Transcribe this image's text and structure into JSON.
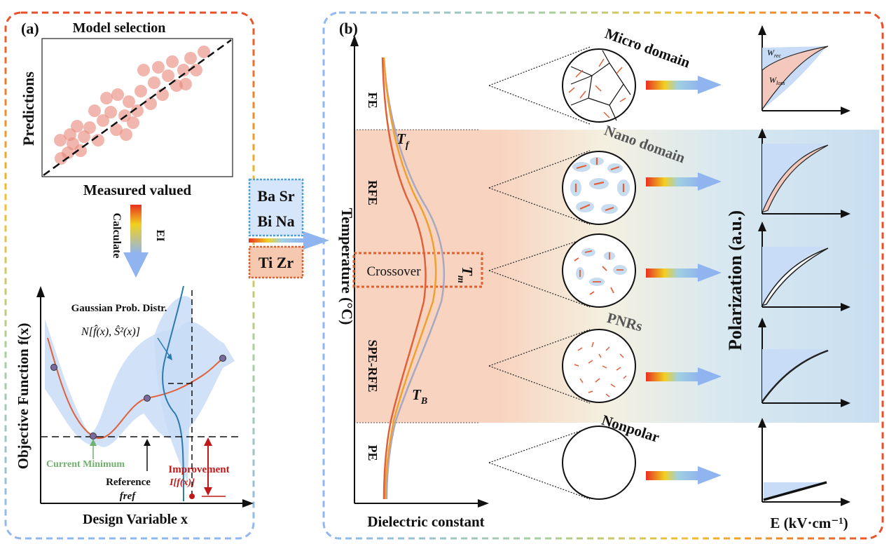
{
  "panel_a": {
    "tag": "(a)",
    "title": "Model selection",
    "y_label_top": "Predictions",
    "x_label_top": "Measured valued",
    "calc_label": "Calculate",
    "ei_label": "EI",
    "gauss_label": "Gaussian Prob. Distr.",
    "normal_label": "N[f̂(x), Ŝ²(x)]",
    "y_label_bottom": "Objective Function f(x)",
    "x_label_bottom": "Design Variable x",
    "current_min": "Current Minimum",
    "reference": "Reference",
    "fref": "fref",
    "improvement": "Improvement",
    "improvement_expr": "I[f(x)]"
  },
  "elements_box": {
    "row1": "Ba Sr",
    "row2": "Bi Na",
    "row3": "Ti Zr"
  },
  "panel_b": {
    "tag": "(b)",
    "y_axis": "Temperature (°C)",
    "x_axis": "Dielectric constant",
    "regions": [
      "FE",
      "RFE",
      "Crossover",
      "SPE-RFE",
      "PE"
    ],
    "temps": {
      "tf": "T",
      "tf_sub": "f",
      "tm": "T",
      "tm_sub": "m",
      "tb": "T",
      "tb_sub": "B"
    },
    "domains": [
      "Micro domain",
      "Nano domain",
      "PNRs",
      "Nonpolar"
    ],
    "loop_labels": {
      "wrec": "W",
      "wrec_sub": "rec",
      "wloss": "W",
      "wloss_sub": "loss"
    },
    "polarization": "Polarization (a.u.)",
    "field": "E (kV·cm⁻¹)"
  },
  "colors": {
    "curve_red": "#e0603a",
    "curve_orange": "#f0a030",
    "curve_gray": "#a8a8c0",
    "region_fill": "#f8d9c8",
    "blue_fill": "#c8dcf5",
    "dot_fill": "#e8877a"
  }
}
